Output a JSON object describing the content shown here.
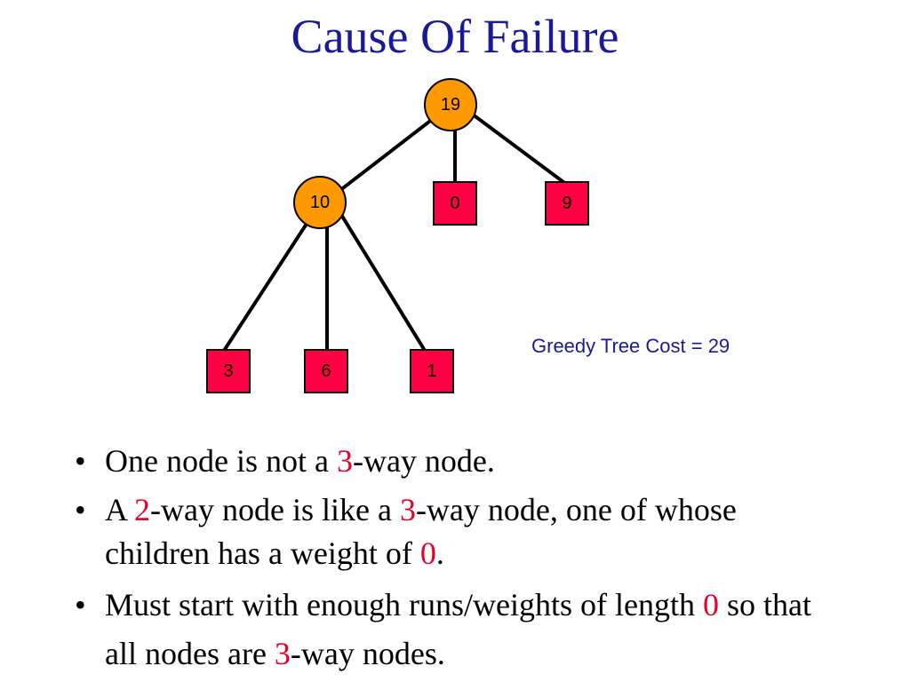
{
  "title": "Cause Of Failure",
  "cost_label": "Greedy Tree Cost = 29",
  "colors": {
    "title": "#1a1a99",
    "internal_node": "#ff9900",
    "leaf_node": "#ff0044",
    "highlight": "#e8002a"
  },
  "tree": {
    "root": "19",
    "internal": "10",
    "leaves_level1": [
      "0",
      "9"
    ],
    "leaves_level2": [
      "3",
      "6",
      "1"
    ]
  },
  "bullets": {
    "b1": {
      "a": "One node is not a ",
      "n": "3",
      "b": "-way node."
    },
    "b2": {
      "a": "A ",
      "n1": "2",
      "b": "-way node is like a ",
      "n2": "3",
      "c": "-way node, one of whose children has a weight of ",
      "n3": "0",
      "d": "."
    },
    "b3": {
      "a": "Must start with enough runs/weights of length ",
      "n1": "0",
      "b": " so that all nodes are ",
      "n2": "3",
      "c": "-way nodes."
    }
  }
}
